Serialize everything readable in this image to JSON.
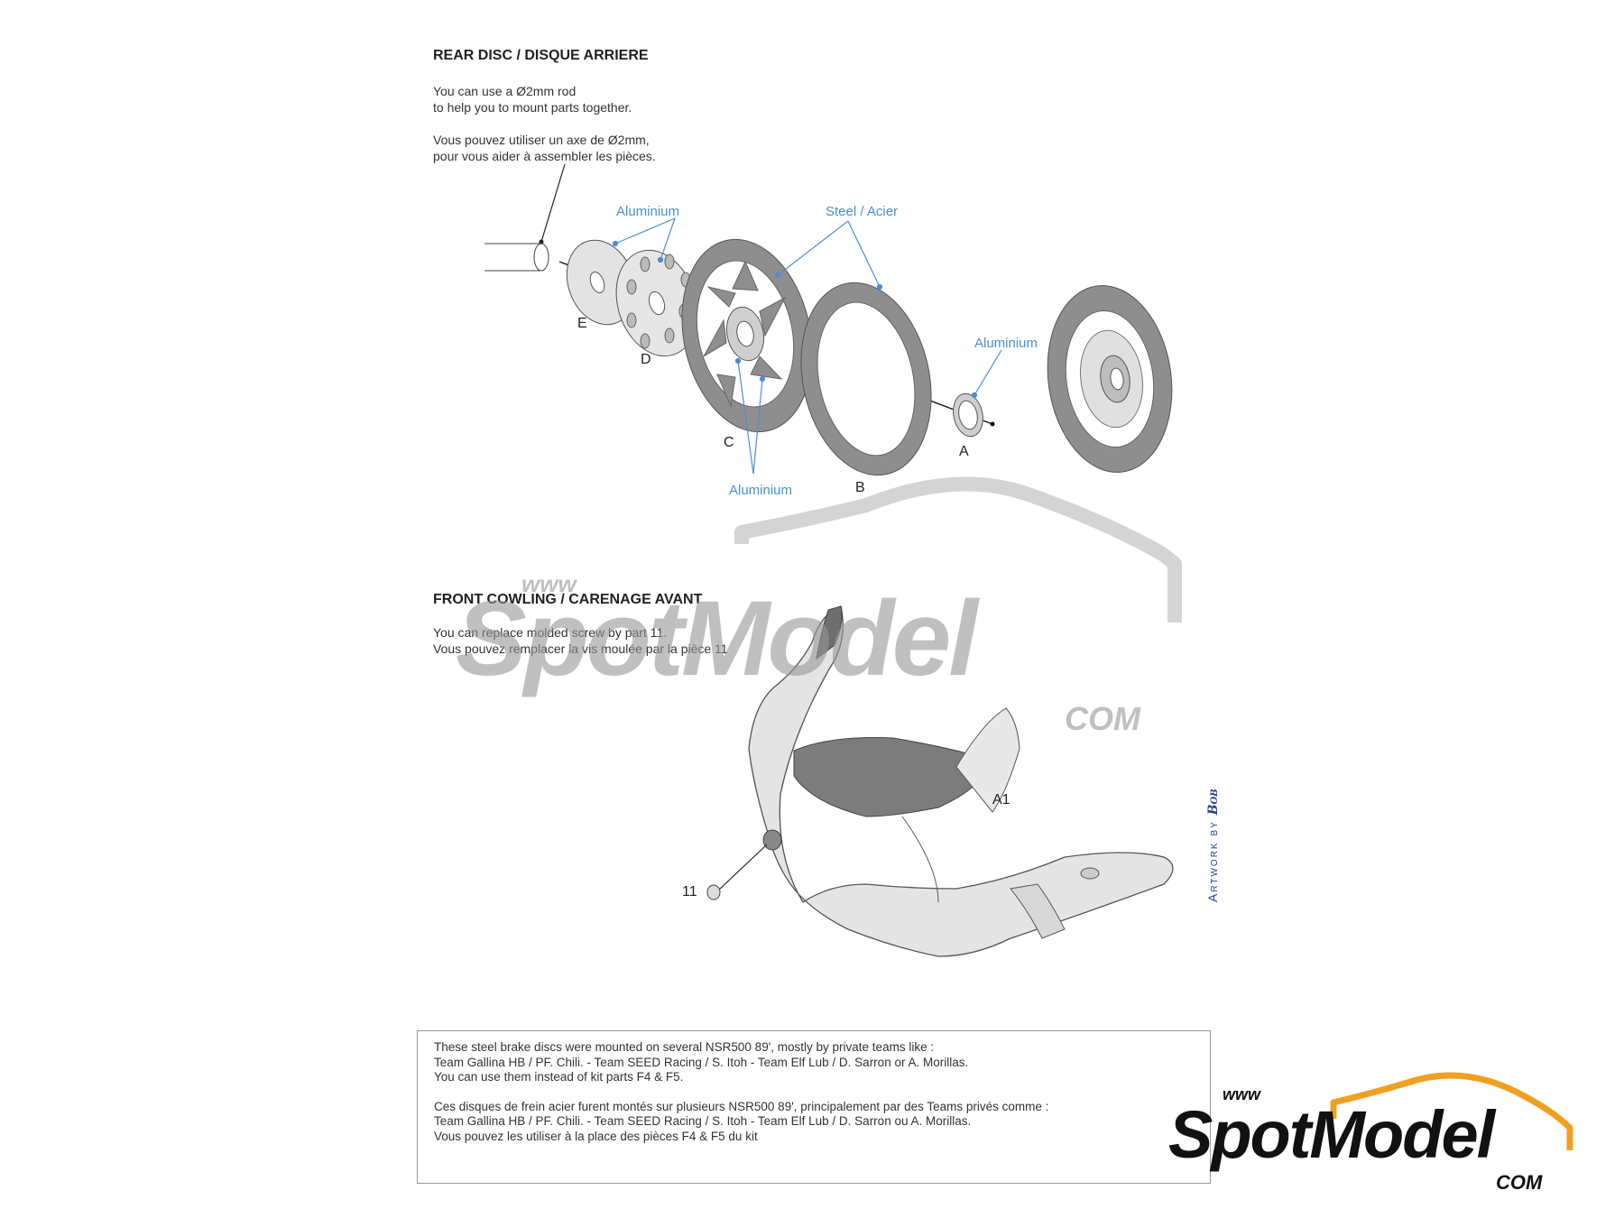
{
  "rear_disc": {
    "title": "REAR DISC / DISQUE ARRIERE",
    "note_en": [
      "You can use a Ø2mm rod",
      "to help you to mount parts together."
    ],
    "note_fr": [
      "Vous pouvez utiliser un axe de Ø2mm,",
      "pour vous aider à assembler les pièces."
    ],
    "material_aluminium": "Aluminium",
    "material_steel": "Steel / Acier",
    "part_labels": {
      "e": "E",
      "d": "D",
      "c": "C",
      "b": "B",
      "a": "A"
    }
  },
  "front_cowling": {
    "title": "FRONT COWLING / CARENAGE AVANT",
    "note": [
      "You can replace molded screw by part 11.",
      "Vous pouvez remplacer la vis moulée par la pièce 11"
    ],
    "part_a1": "A1",
    "part_11": "11"
  },
  "credit": {
    "text": "Artwork by",
    "signature": "Bob"
  },
  "info": {
    "en": [
      "These steel brake discs were mounted on several NSR500 89', mostly by private teams like :",
      "Team Gallina HB / PF. Chili.  -  Team SEED Racing / S. Itoh  -  Team Elf Lub / D. Sarron or A. Morillas.",
      "You can use them instead of kit parts F4 & F5."
    ],
    "fr": [
      "Ces disques de frein acier furent montés sur plusieurs NSR500 89', principalement par des Teams privés comme :",
      "Team Gallina HB / PF. Chili.  -  Team SEED Racing / S. Itoh  -  Team Elf Lub / D. Sarron ou A. Morillas.",
      "Vous pouvez les utiliser à la place des pièces F4 & F5 du kit"
    ]
  },
  "watermark": {
    "www": "www",
    "brand": "SpotModel",
    "com": "COM"
  },
  "logo": {
    "www": "www",
    "brand": "SpotModel",
    "com": "COM"
  },
  "colors": {
    "annotation_blue": "#4a8fd0",
    "disc_grey": "#8e8e8e",
    "credit_blue": "#23409a",
    "logo_orange": "#f0a020"
  }
}
